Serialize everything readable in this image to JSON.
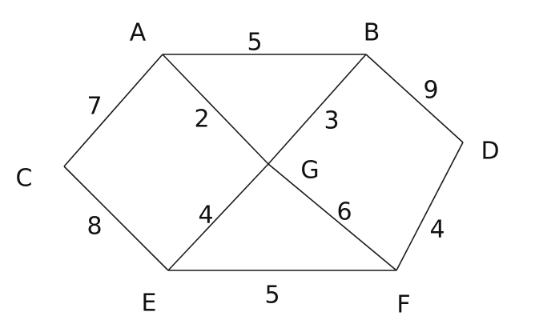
{
  "graph": {
    "nodes": [
      {
        "id": "A",
        "label": "A"
      },
      {
        "id": "B",
        "label": "B"
      },
      {
        "id": "C",
        "label": "C"
      },
      {
        "id": "D",
        "label": "D"
      },
      {
        "id": "E",
        "label": "E"
      },
      {
        "id": "F",
        "label": "F"
      },
      {
        "id": "G",
        "label": "G"
      }
    ],
    "edges": [
      {
        "from": "A",
        "to": "B",
        "weight": "5"
      },
      {
        "from": "A",
        "to": "C",
        "weight": "7"
      },
      {
        "from": "A",
        "to": "G",
        "weight": "2"
      },
      {
        "from": "B",
        "to": "G",
        "weight": "3"
      },
      {
        "from": "B",
        "to": "D",
        "weight": "9"
      },
      {
        "from": "C",
        "to": "E",
        "weight": "8"
      },
      {
        "from": "E",
        "to": "G",
        "weight": "4"
      },
      {
        "from": "G",
        "to": "F",
        "weight": "6"
      },
      {
        "from": "D",
        "to": "F",
        "weight": "4"
      },
      {
        "from": "E",
        "to": "F",
        "weight": "5"
      }
    ]
  }
}
